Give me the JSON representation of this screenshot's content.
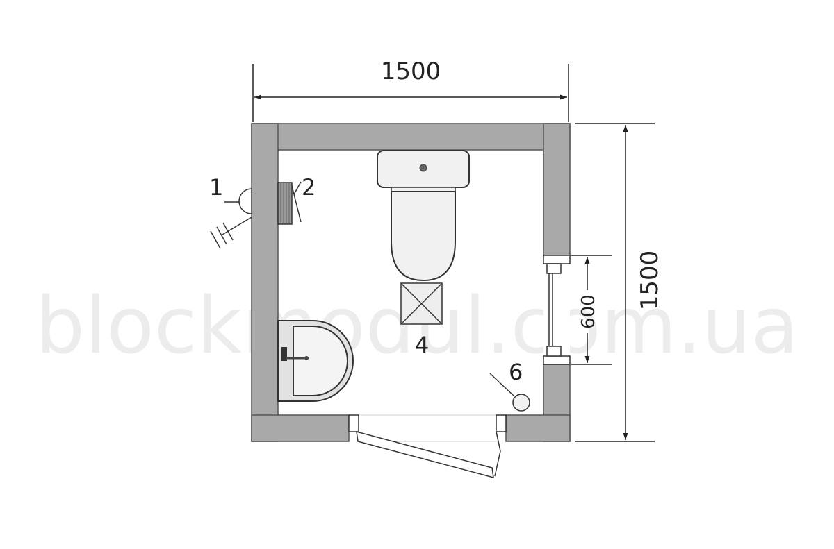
{
  "plan": {
    "dimensions": {
      "width": "1500",
      "height": "1500",
      "window_opening": "600"
    },
    "callouts": [
      {
        "id": "1",
        "icon": "wall-mount-icon"
      },
      {
        "id": "2",
        "icon": "wall-mirror-icon"
      },
      {
        "id": "4",
        "icon": "floor-drain-icon"
      },
      {
        "id": "6",
        "icon": "floor-fixture-icon"
      }
    ],
    "fixtures": [
      "toilet-icon",
      "washbasin-icon",
      "door-icon",
      "window-icon"
    ],
    "watermark": "blockmodul.com.ua",
    "colors": {
      "wall": "#a9a9a9",
      "stroke": "#333333",
      "fixture_fill": "#f1f1f1",
      "watermark": "#ececec"
    }
  }
}
